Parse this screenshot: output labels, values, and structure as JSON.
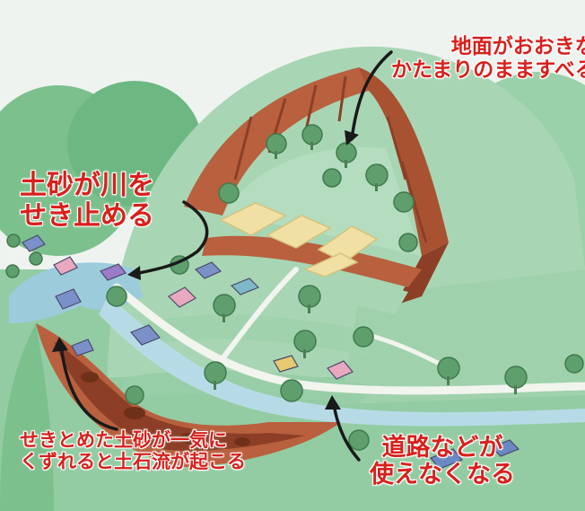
{
  "labels": {
    "slide_line1": "地面がおおきな",
    "slide_line2": "かたまりのまますべる",
    "dam_line1": "土砂が川を",
    "dam_line2": "せき止める",
    "flow_line1": "せきとめた土砂が一気に",
    "flow_line2": "くずれると土石流が起こる",
    "road_line1": "道路などが",
    "road_line2": "使えなくなる"
  },
  "colors": {
    "sky": "#eef3f0",
    "hill_light": "#a8d6b4",
    "hill_mid": "#8ccca0",
    "hill_dark": "#5fb27a",
    "scarp": "#b9603e",
    "scarp_dark": "#8c3f26",
    "river": "#9ccbdc",
    "road": "#f2f4ee",
    "field": "#f0e0a4",
    "label_text": "#d8201c",
    "arrow": "#1a1a1a"
  }
}
